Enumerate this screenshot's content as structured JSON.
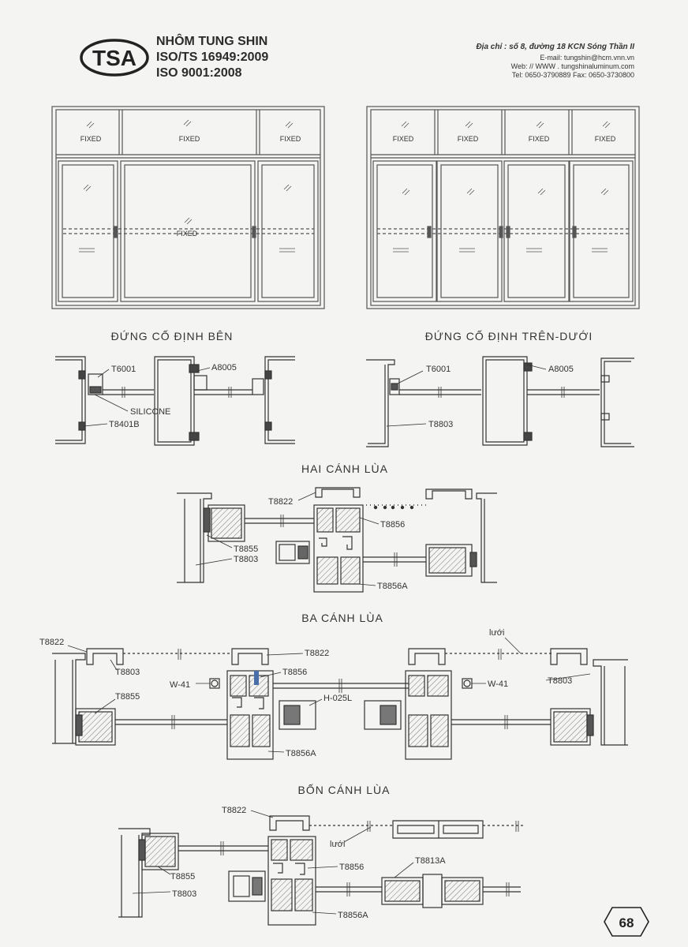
{
  "header": {
    "logo_text": "TSA",
    "brand_name": "NHÔM TUNG SHIN",
    "iso_1": "ISO/TS 16949:2009",
    "iso_2": "ISO 9001:2008",
    "address": "Địa chỉ : số 8, đường 18 KCN Sóng Thần II",
    "email": "E-mail: tungshin@hcm.vnn.vn",
    "web": "Web: // WWW . tungshinaluminum.com",
    "phone_fax": "Tel: 0650-3790889   Fax: 0650-3730800"
  },
  "elevations": {
    "fixed_label": "FIXED"
  },
  "sections": {
    "side_fixed": {
      "title": "ĐỨNG CỐ ĐỊNH BÊN",
      "labels": {
        "t6001": "T6001",
        "a8005": "A8005",
        "silicone": "SILICONE",
        "t8401b": "T8401B"
      }
    },
    "top_bottom_fixed": {
      "title": "ĐỨNG CỐ ĐỊNH TRÊN-DƯỚI",
      "labels": {
        "t6001": "T6001",
        "a8005": "A8005",
        "t8803": "T8803"
      }
    },
    "two_sash": {
      "title": "HAI CÁNH LÙA",
      "labels": {
        "t8822": "T8822",
        "t8856": "T8856",
        "t8855": "T8855",
        "t8803": "T8803",
        "t8856a": "T8856A"
      }
    },
    "three_sash": {
      "title": "BA CÁNH LÙA",
      "labels": {
        "t8822_left": "T8822",
        "t8803_left": "T8803",
        "t8855": "T8855",
        "w41_left": "W-41",
        "t8822_mid": "T8822",
        "t8856": "T8856",
        "h025l": "H-025L",
        "t8856a": "T8856A",
        "luoi": "lưới",
        "w41_right": "W-41",
        "t8803_right": "T8803"
      }
    },
    "four_sash": {
      "title": "BỐN CÁNH LÙA",
      "labels": {
        "t8822": "T8822",
        "luoi": "lưới",
        "t8856": "T8856",
        "t8813a": "T8813A",
        "t8855": "T8855",
        "t8803": "T8803",
        "t8856a": "T8856A"
      }
    }
  },
  "page_number": "68"
}
